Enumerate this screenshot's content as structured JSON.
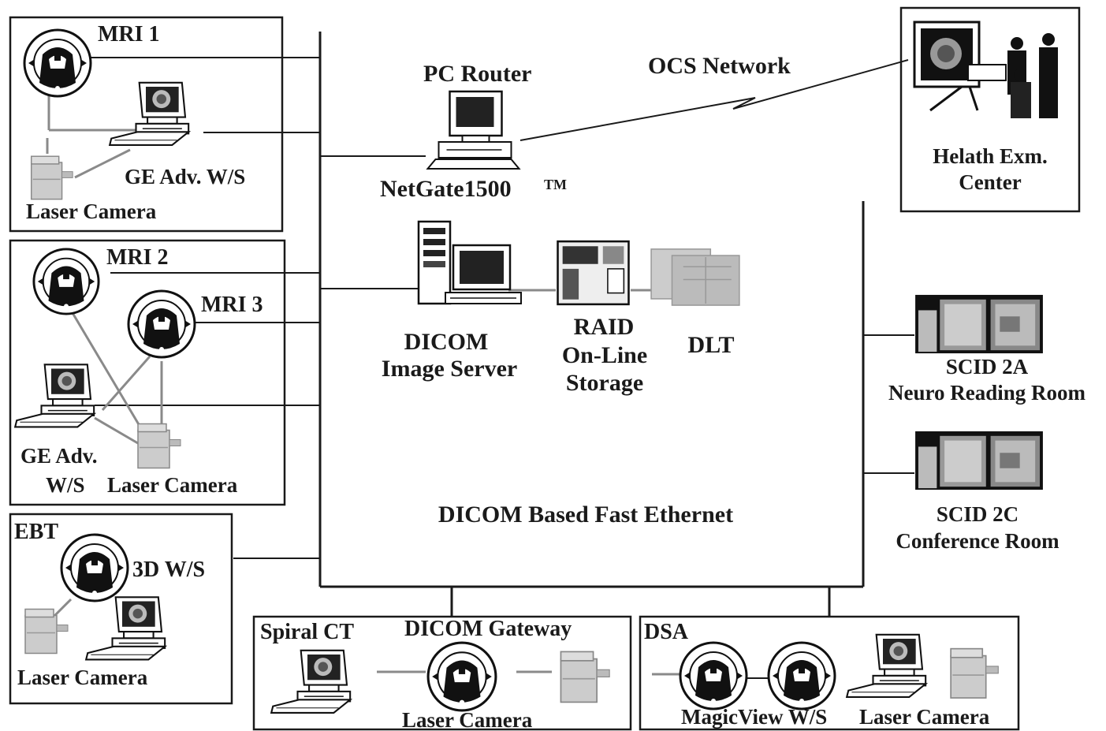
{
  "labels": {
    "mri1": "MRI 1",
    "ge_ws_1": "GE Adv. W/S",
    "laser_1": "Laser Camera",
    "mri2": "MRI 2",
    "mri3": "MRI 3",
    "ge_ws_2a": "GE Adv.",
    "ge_ws_2b": "W/S",
    "laser_2": "Laser Camera",
    "ebt": "EBT",
    "ws_3d": "3D W/S",
    "laser_3": "Laser Camera",
    "spiral_ct": "Spiral CT",
    "dicom_gateway": "DICOM Gateway",
    "laser_4": "Laser Camera",
    "dsa": "DSA",
    "magicview": "MagicView W/S",
    "laser_5": "Laser Camera",
    "pc_router": "PC Router",
    "netgate": "NetGate1500",
    "tm": "TM",
    "ocs": "OCS Network",
    "health_1": "Helath Exm.",
    "health_2": "Center",
    "dicom_server_1": "DICOM",
    "dicom_server_2": "Image Server",
    "raid_1": "RAID",
    "raid_2": "On-Line",
    "raid_3": "Storage",
    "dlt": "DLT",
    "scid2a_1": "SCID 2A",
    "scid2a_2": "Neuro Reading Room",
    "scid2c_1": "SCID 2C",
    "scid2c_2": "Conference Room",
    "ethernet": "DICOM Based Fast Ethernet"
  }
}
